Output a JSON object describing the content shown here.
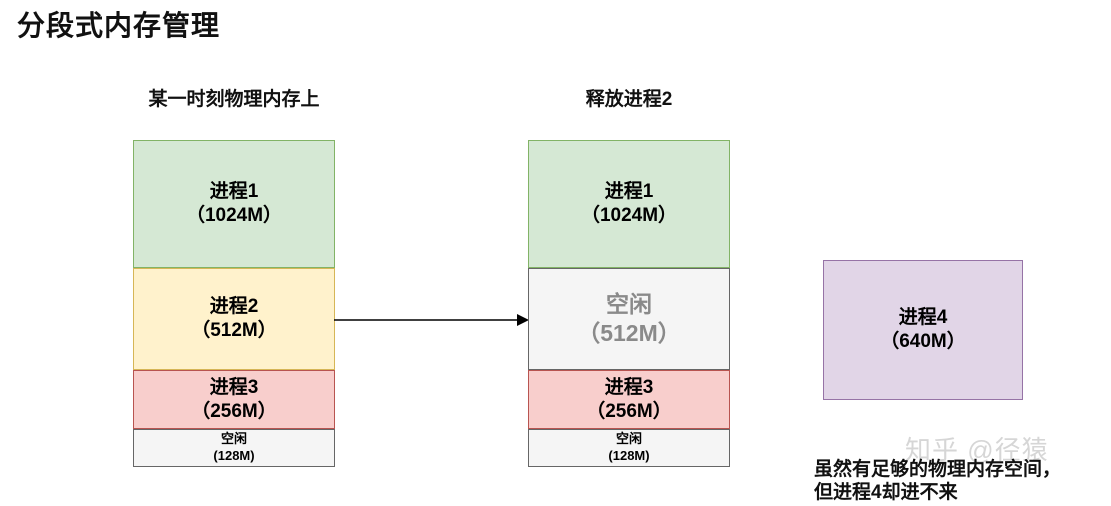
{
  "title": "分段式内存管理",
  "columns": [
    {
      "label": "某一时刻物理内存上",
      "segments": [
        {
          "name": "进程1",
          "size": "（1024M）",
          "colors": {
            "bg": "#d5e8d4",
            "border": "#82b366",
            "text": "#000000"
          }
        },
        {
          "name": "进程2",
          "size": "（512M）",
          "colors": {
            "bg": "#fff2cc",
            "border": "#d6b656",
            "text": "#000000"
          }
        },
        {
          "name": "进程3",
          "size": "（256M）",
          "colors": {
            "bg": "#f8cecc",
            "border": "#b85450",
            "text": "#000000"
          }
        },
        {
          "name": "空闲",
          "size": "(128M)",
          "colors": {
            "bg": "#f5f5f5",
            "border": "#666666",
            "text": "#000000"
          }
        }
      ]
    },
    {
      "label": "释放进程2",
      "segments": [
        {
          "name": "进程1",
          "size": "（1024M）",
          "colors": {
            "bg": "#d5e8d4",
            "border": "#82b366",
            "text": "#000000"
          }
        },
        {
          "name": "空闲",
          "size": "（512M）",
          "colors": {
            "bg": "#f5f5f5",
            "border": "#666666",
            "text": "#8a8a8a"
          }
        },
        {
          "name": "进程3",
          "size": "（256M）",
          "colors": {
            "bg": "#f8cecc",
            "border": "#b85450",
            "text": "#000000"
          }
        },
        {
          "name": "空闲",
          "size": "(128M)",
          "colors": {
            "bg": "#f5f5f5",
            "border": "#666666",
            "text": "#000000"
          }
        }
      ]
    }
  ],
  "floating_box": {
    "name": "进程4",
    "size": "（640M）",
    "colors": {
      "bg": "#e1d5e7",
      "border": "#9673a6",
      "text": "#000000"
    }
  },
  "arrow": {
    "color": "#000000"
  },
  "annotation": {
    "line1": "虽然有足够的物理内存空间，",
    "line2": "但进程4却进不来"
  },
  "watermark": {
    "text": "知乎 @径猿",
    "color": "#c9c9c9"
  }
}
